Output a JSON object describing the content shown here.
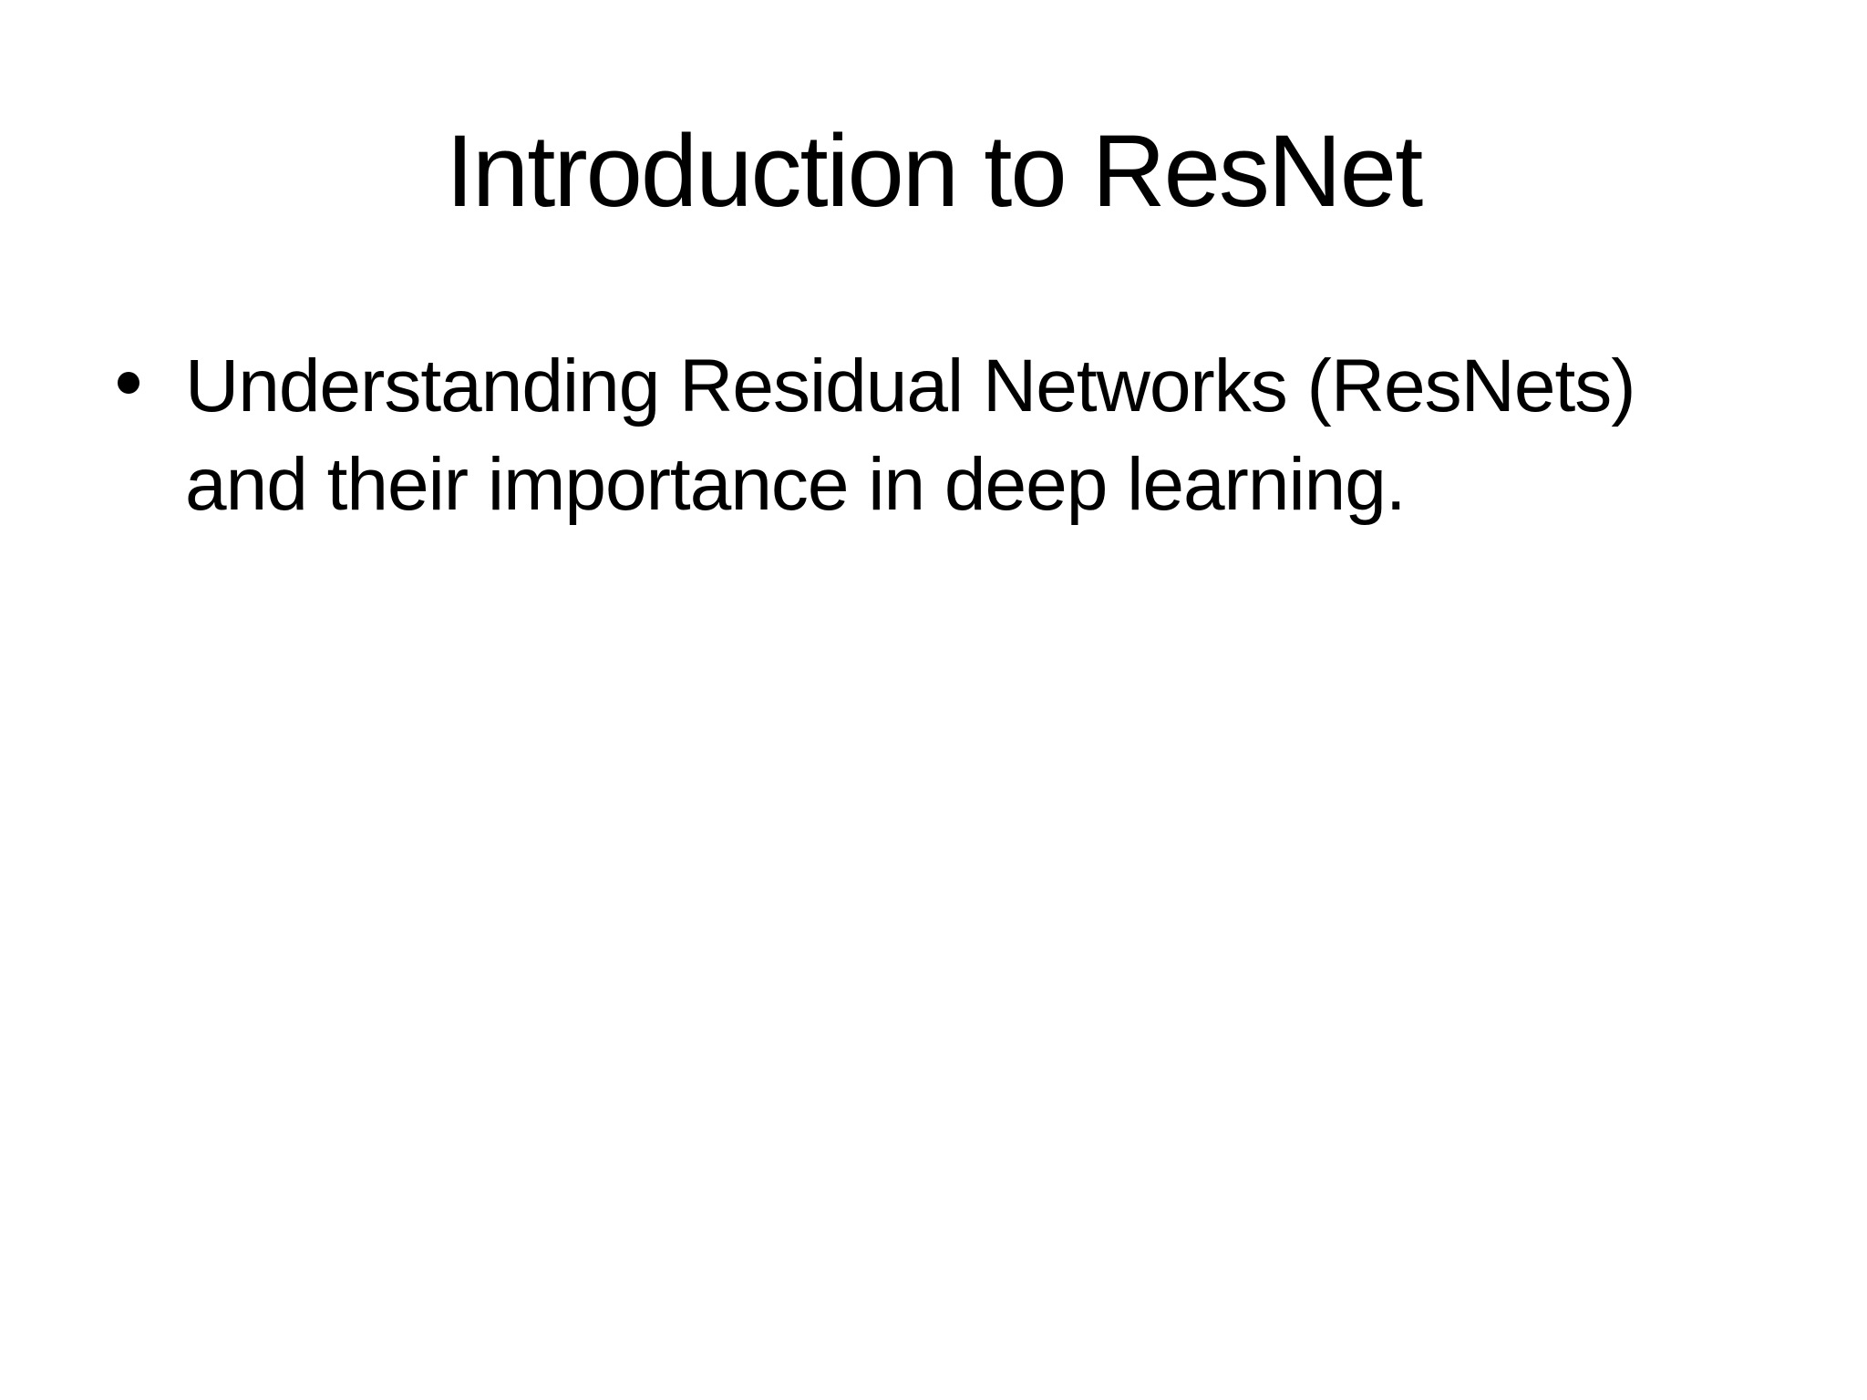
{
  "slide": {
    "title": "Introduction to ResNet",
    "bullet_char": "•",
    "bullets": [
      {
        "lines": [
          "Understanding Residual Networks (ResNets)",
          "and their importance in deep learning."
        ]
      }
    ]
  },
  "colors": {
    "background": "#ffffff",
    "text": "#000000"
  }
}
